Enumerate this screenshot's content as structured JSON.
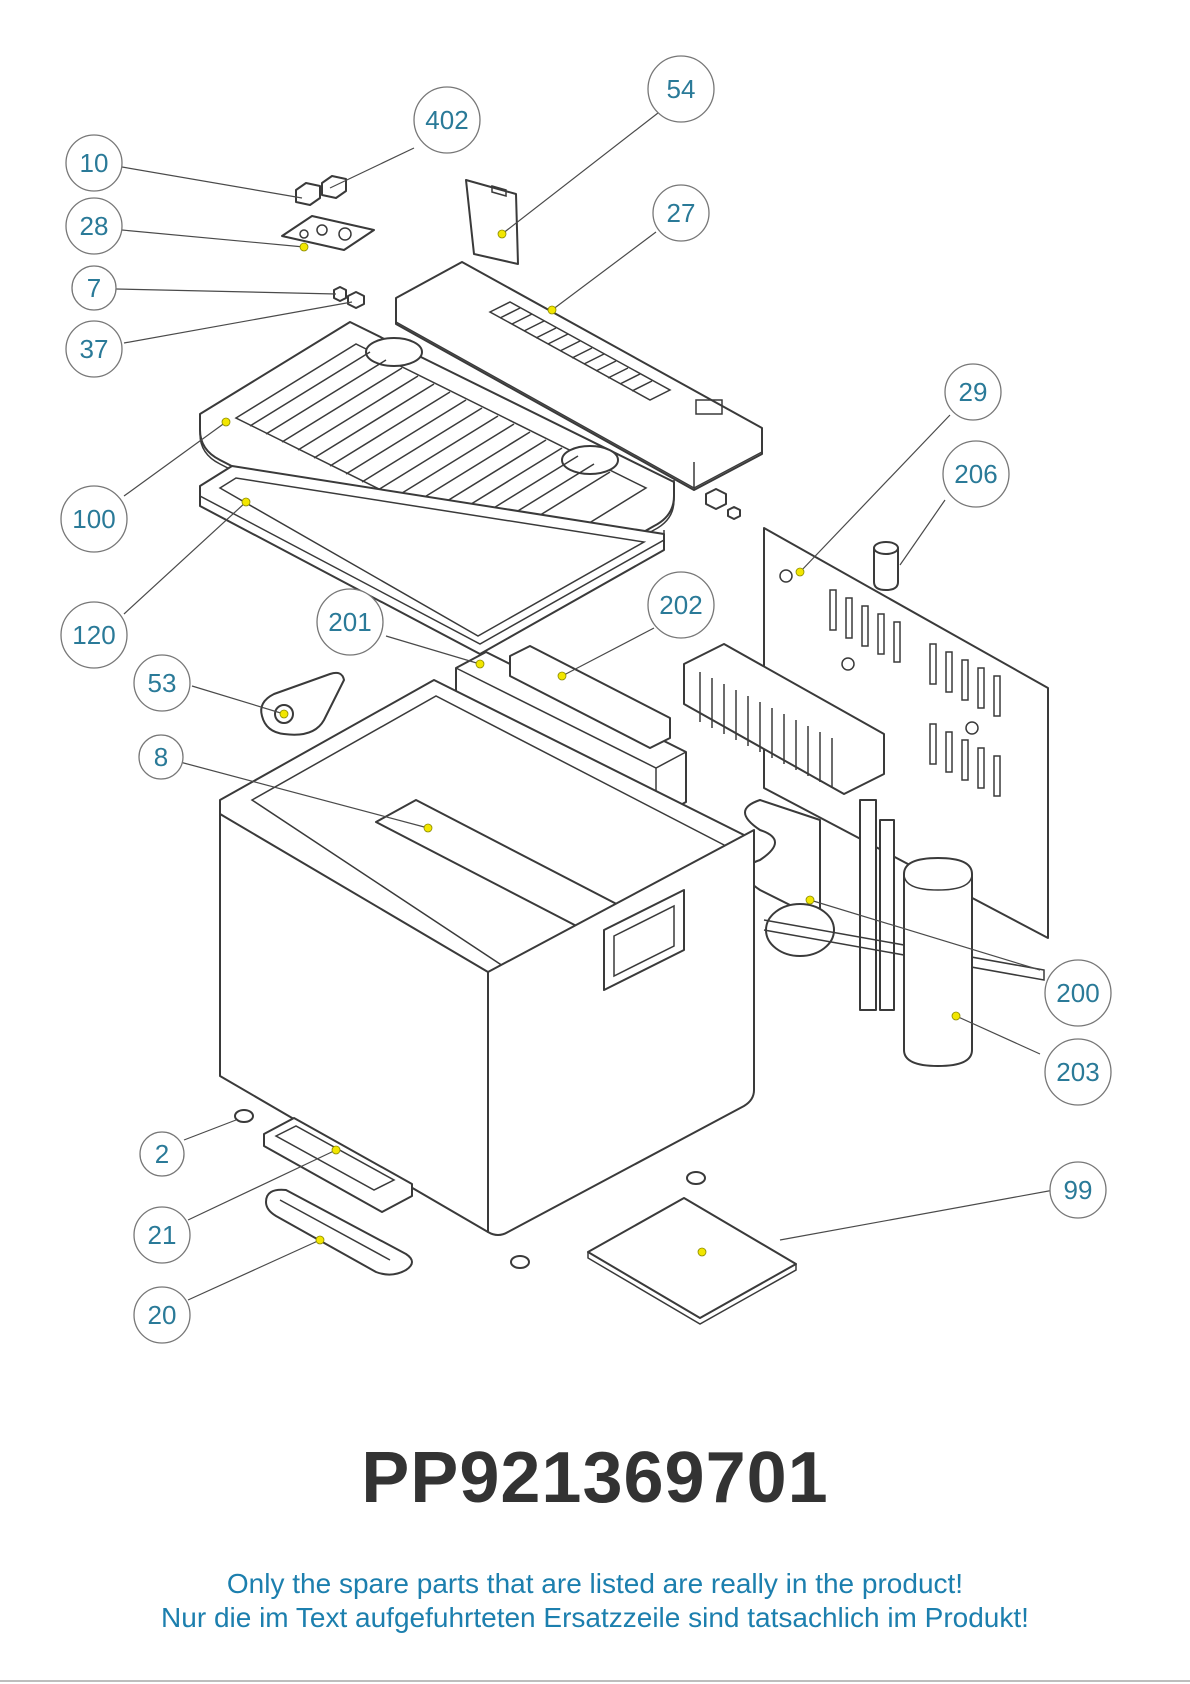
{
  "document": {
    "part_number": "PP921369701",
    "notice_en": "Only the spare parts that are listed are really in the product!",
    "notice_de": "Nur die im Text aufgefuhrteten Ersatzzeile sind tatsachlich im Produkt!"
  },
  "colors": {
    "callout_text": "#2a7a98",
    "notice_text": "#1c7fae",
    "part_number_text": "#333333",
    "marker_dot": "#f2e600",
    "line_art": "#3a3a3a"
  },
  "callouts": [
    {
      "id": "c54",
      "label": "54"
    },
    {
      "id": "c402",
      "label": "402"
    },
    {
      "id": "c10",
      "label": "10"
    },
    {
      "id": "c28",
      "label": "28"
    },
    {
      "id": "c27",
      "label": "27"
    },
    {
      "id": "c7",
      "label": "7"
    },
    {
      "id": "c37",
      "label": "37"
    },
    {
      "id": "c29",
      "label": "29"
    },
    {
      "id": "c206",
      "label": "206"
    },
    {
      "id": "c100",
      "label": "100"
    },
    {
      "id": "c120",
      "label": "120"
    },
    {
      "id": "c201",
      "label": "201"
    },
    {
      "id": "c202",
      "label": "202"
    },
    {
      "id": "c53",
      "label": "53"
    },
    {
      "id": "c8",
      "label": "8"
    },
    {
      "id": "c200",
      "label": "200"
    },
    {
      "id": "c203",
      "label": "203"
    },
    {
      "id": "c2",
      "label": "2"
    },
    {
      "id": "c99",
      "label": "99"
    },
    {
      "id": "c21",
      "label": "21"
    },
    {
      "id": "c20",
      "label": "20"
    }
  ]
}
